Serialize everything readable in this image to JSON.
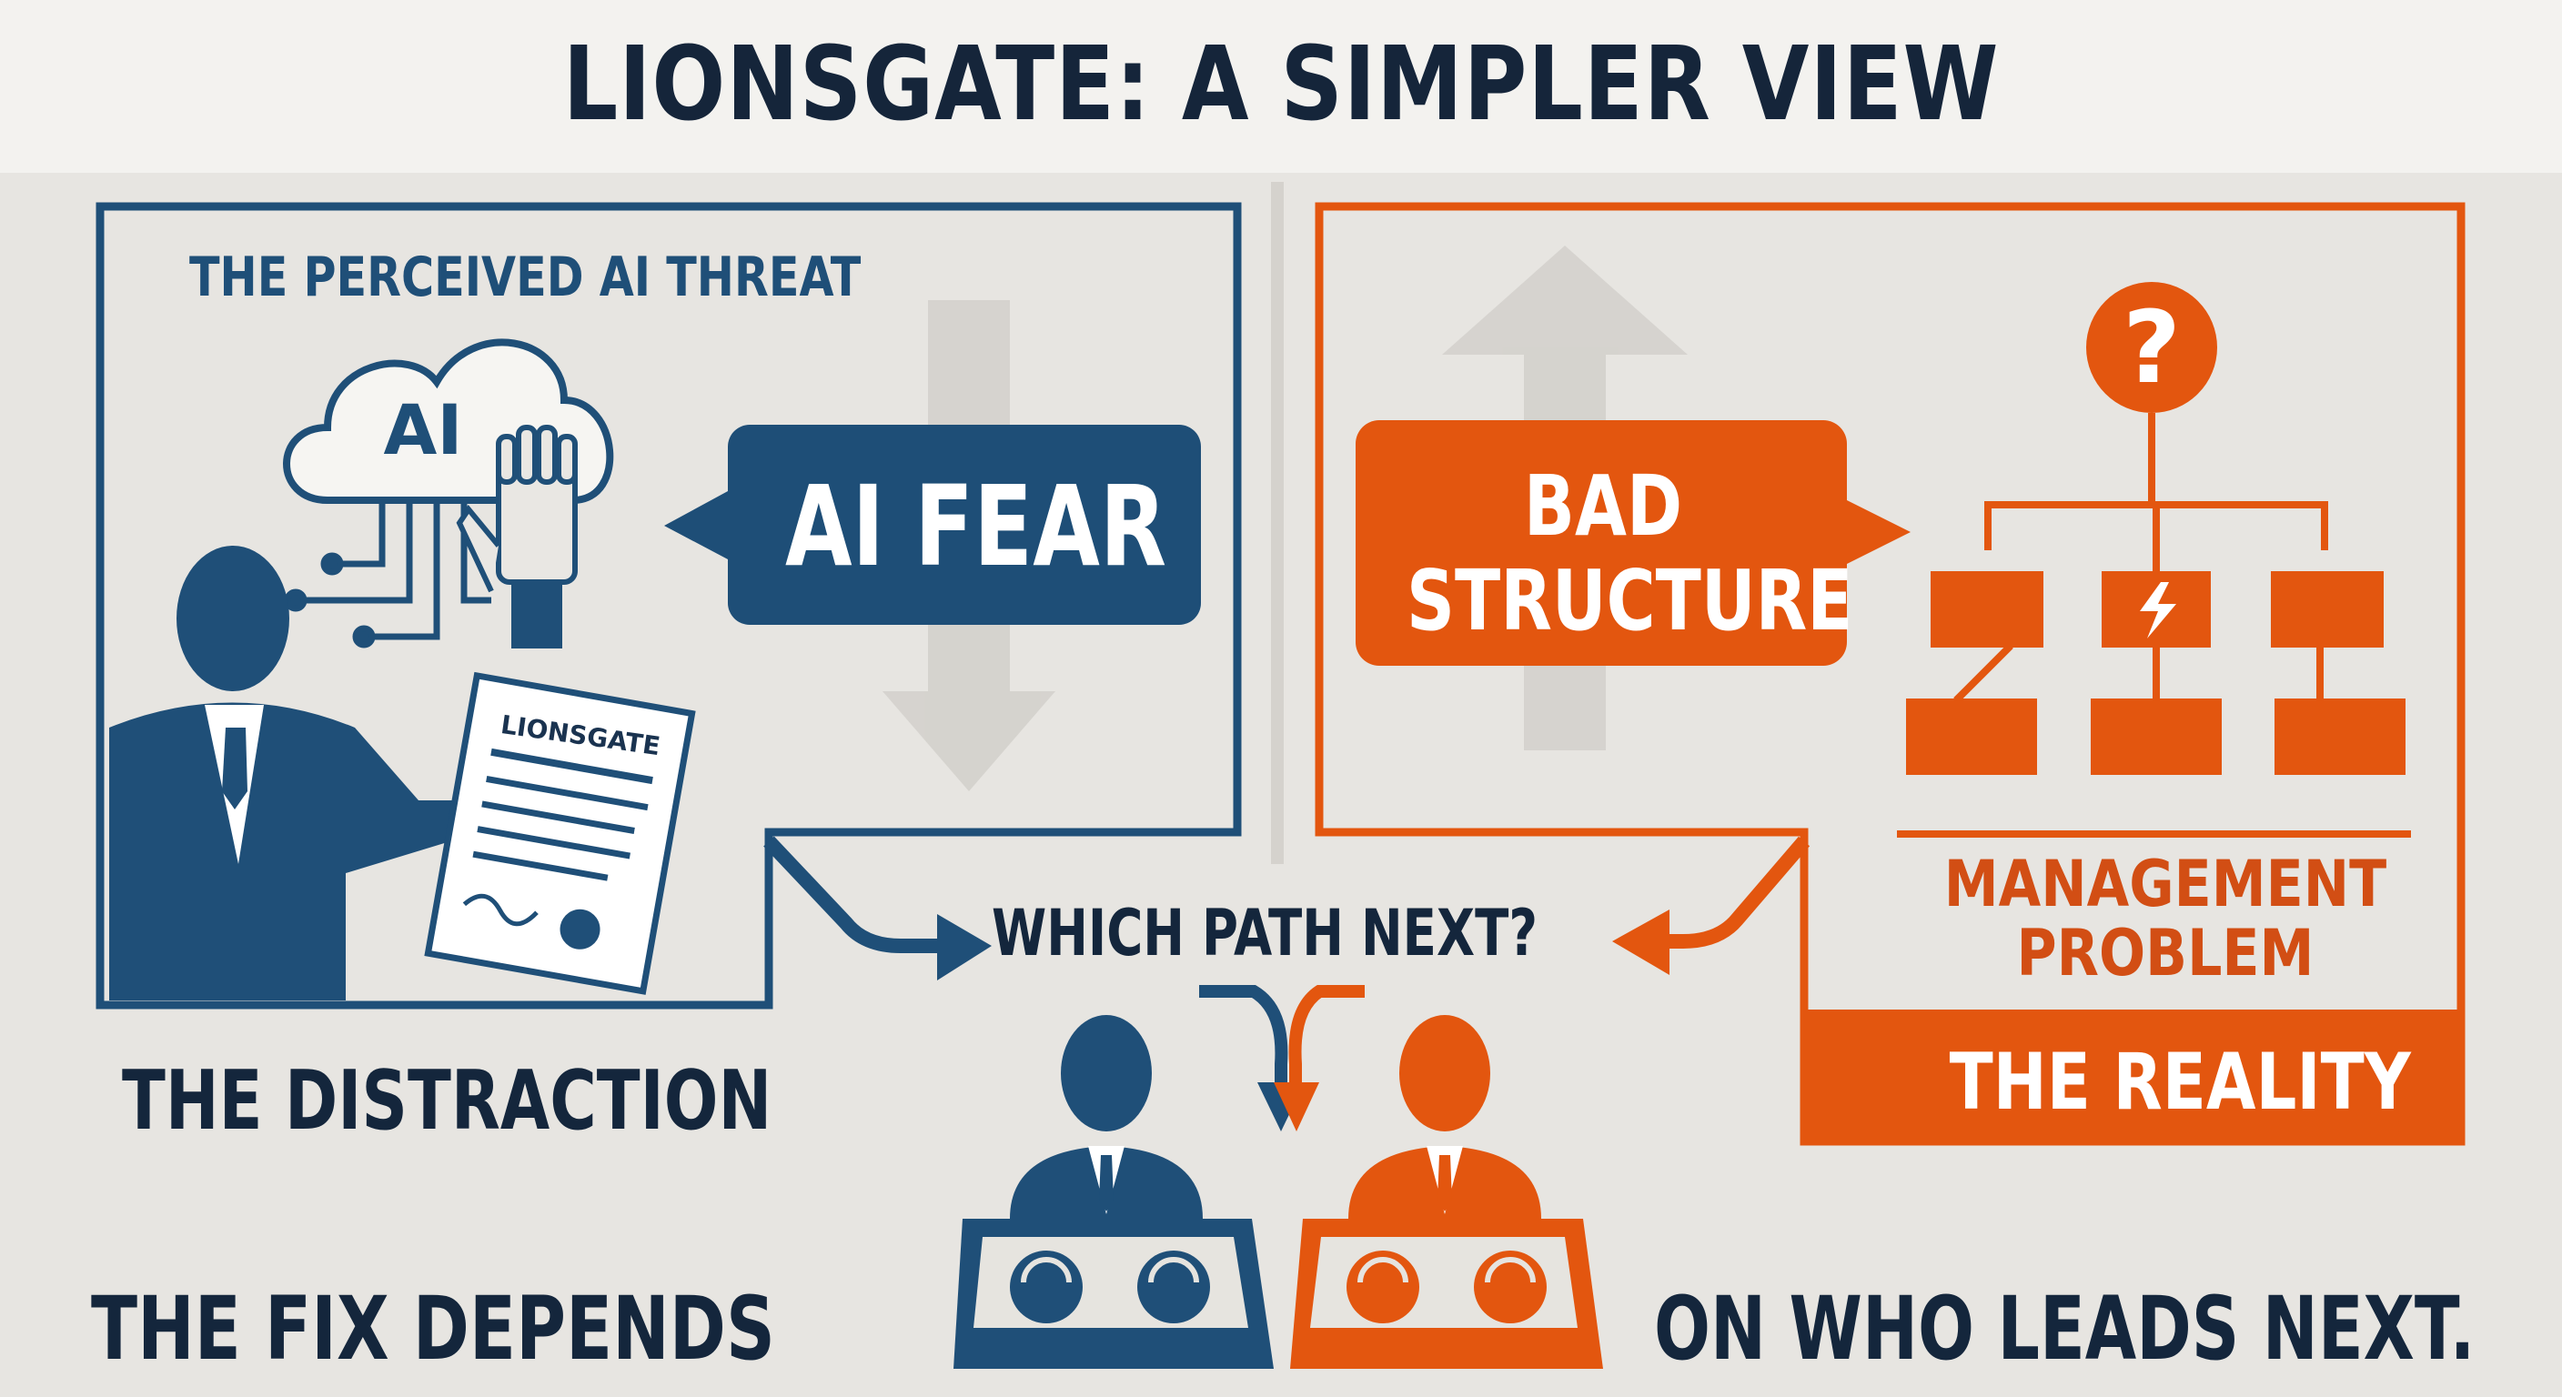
{
  "title": "LIONSGATE: A SIMPLER VIEW",
  "left_panel": {
    "heading": "THE PERCEIVED AI THREAT",
    "cloud_label": "AI",
    "document_label": "LIONSGATE",
    "callout": "AI FEAR",
    "caption": "THE DISTRACTION"
  },
  "right_panel": {
    "question_mark": "?",
    "callout_line1": "BAD",
    "callout_line2": "STRUCTURE",
    "problem_line1": "MANAGEMENT",
    "problem_line2": "PROBLEM",
    "caption": "THE REALITY"
  },
  "center": {
    "question": "WHICH PATH NEXT?"
  },
  "footer": {
    "left": "THE FIX DEPENDS",
    "right": "ON WHO LEADS NEXT."
  },
  "colors": {
    "blue": "#1f4f78",
    "orange": "#e3560f",
    "dark": "#14263c",
    "gray": "#cfccc7"
  }
}
